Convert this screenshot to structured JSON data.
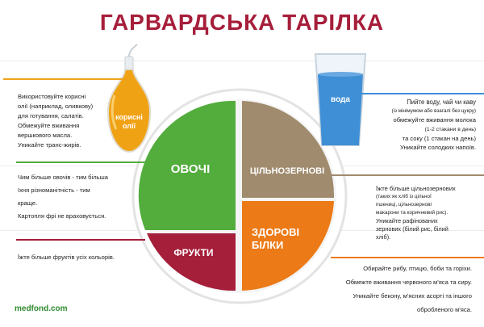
{
  "title": "ГАРВАРДСЬКА ТАРІЛКА",
  "colors": {
    "title": "#a61e3a",
    "vegetables": "#52ad3d",
    "grains": "#a08b6e",
    "fruits": "#a51e3a",
    "protein": "#ec7a17",
    "oil": "#f0a215",
    "water": "#3e8fd6",
    "brand": "#2e8b2e"
  },
  "icons": {
    "oil": "oil-bottle-icon",
    "water": "water-glass-icon"
  },
  "oil": {
    "label_line1": "корисні",
    "label_line2": "олії",
    "note": [
      "Використовуйте корисні",
      "олії (наприклад, оливкову)",
      "для готування, салатів.",
      "Обмежуйте вживання",
      "вершкового масла.",
      "Уникайте транс-жирів."
    ]
  },
  "water": {
    "label": "вода",
    "note": [
      "Пийте воду, чай чи каву",
      "(із мінімумом або взагалі без цукру)",
      "обмежуйте вживання молока",
      "(1-2 стакани в день)",
      "та соку (1 стакан на день)",
      "Уникайте солодких напоїв."
    ]
  },
  "plate": {
    "vegetables": "ОВОЧІ",
    "grains": "ЦІЛЬНОЗЕРНОВІ",
    "fruits": "ФРУКТИ",
    "protein_line1": "ЗДОРОВІ",
    "protein_line2": "БІЛКИ"
  },
  "vegetables_note": [
    "Чим більше овочів - тим більша",
    "їхня різноманітність - тим",
    "краще.",
    "Картопля фрі не враховується."
  ],
  "fruits_note": "Їжте більше фруктів усіх кольорів.",
  "grains_note": [
    "Їжте більше цільнозернових",
    "(таких як хліб із цільної",
    "пшениці, цільнозернові",
    "макарони та коричневий рис).",
    "Уникайте рафінованих",
    "зернових (білий рис, білий",
    "хліб)."
  ],
  "protein_note": [
    "Обирайте рибу, птицю, боби та горіхи.",
    "Обмежте вживання червоного м'яса та сиру.",
    "Уникайте бекону, м'ясних асорті та іншого",
    "обробленого м'яса."
  ],
  "brand": "medfond.com"
}
